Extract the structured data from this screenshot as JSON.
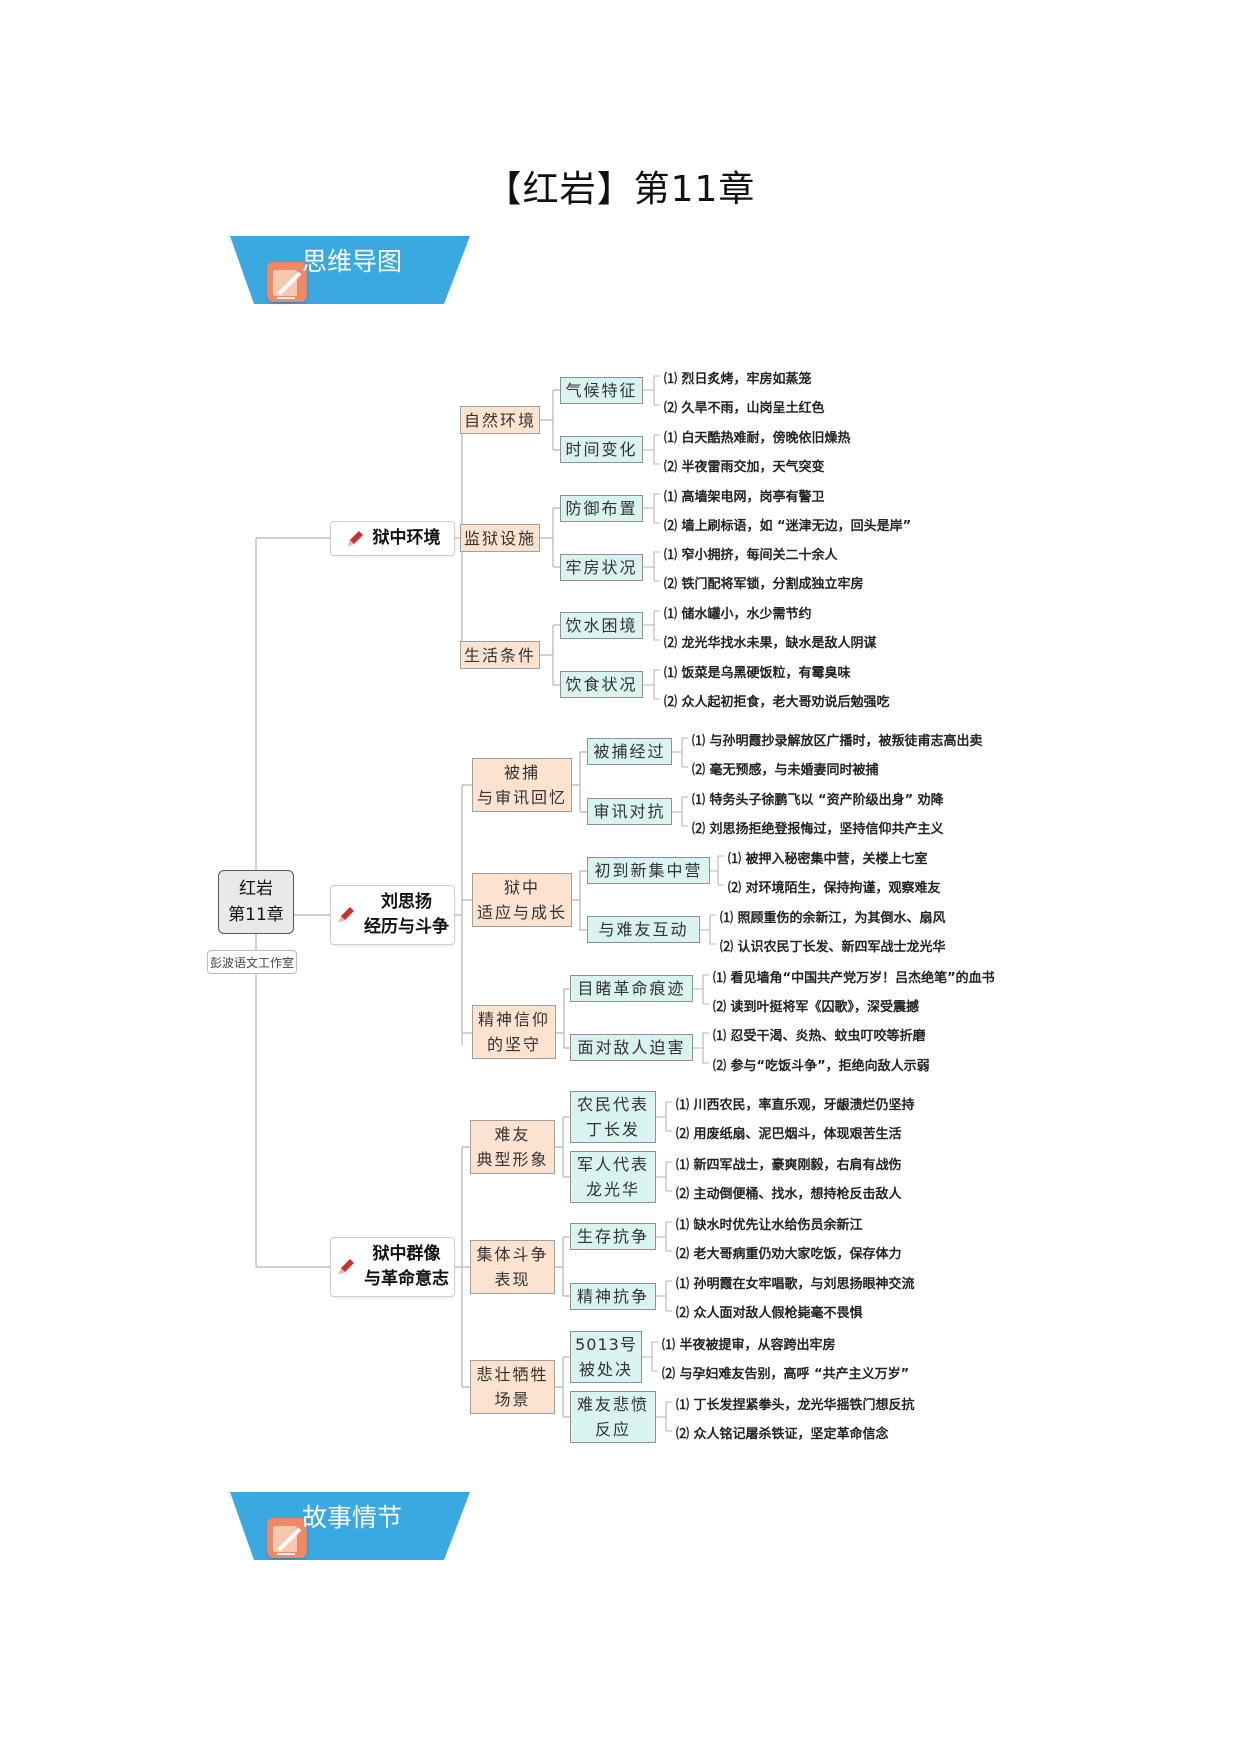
{
  "title": "【红岩】第11章",
  "banners": {
    "mindmap": "思维导图",
    "plot": "故事情节"
  },
  "root": {
    "line1": "红岩",
    "line2": "第11章",
    "studio": "彭波语文工作室"
  },
  "branches": [
    {
      "label": "狱中环境",
      "children": [
        {
          "label": "自然环境",
          "children": [
            {
              "label": "气候特征",
              "leaves": [
                "⑴ 烈日炙烤，牢房如蒸笼",
                "⑵ 久旱不雨，山岗呈土红色"
              ]
            },
            {
              "label": "时间变化",
              "leaves": [
                "⑴ 白天酷热难耐，傍晚依旧燥热",
                "⑵ 半夜雷雨交加，天气突变"
              ]
            }
          ]
        },
        {
          "label": "监狱设施",
          "children": [
            {
              "label": "防御布置",
              "leaves": [
                "⑴ 高墙架电网，岗亭有警卫",
                "⑵ 墙上刷标语，如 “迷津无边，回头是岸”"
              ]
            },
            {
              "label": "牢房状况",
              "leaves": [
                "⑴ 窄小拥挤，每间关二十余人",
                "⑵ 铁门配将军锁，分割成独立牢房"
              ]
            }
          ]
        },
        {
          "label": "生活条件",
          "children": [
            {
              "label": "饮水困境",
              "leaves": [
                "⑴ 储水罐小，水少需节约",
                "⑵ 龙光华找水未果，缺水是敌人阴谋"
              ]
            },
            {
              "label": "饮食状况",
              "leaves": [
                "⑴ 饭菜是乌黑硬饭粒，有霉臭味",
                "⑵ 众人起初拒食，老大哥劝说后勉强吃"
              ]
            }
          ]
        }
      ]
    },
    {
      "label": "刘思扬经历与斗争",
      "l1": "刘思扬",
      "l2": "经历与斗争",
      "children": [
        {
          "label1": "被捕",
          "label2": "与审讯回忆",
          "children": [
            {
              "label": "被捕经过",
              "leaves": [
                "⑴ 与孙明霞抄录解放区广播时，被叛徒甫志高出卖",
                "⑵ 毫无预感，与未婚妻同时被捕"
              ]
            },
            {
              "label": "审讯对抗",
              "leaves": [
                "⑴ 特务头子徐鹏飞以 “资产阶级出身” 劝降",
                "⑵ 刘思扬拒绝登报悔过，坚持信仰共产主义"
              ]
            }
          ]
        },
        {
          "label1": "狱中",
          "label2": "适应与成长",
          "children": [
            {
              "label": "初到新集中营",
              "leaves": [
                "⑴ 被押入秘密集中营，关楼上七室",
                "⑵ 对环境陌生，保持拘谨，观察难友"
              ]
            },
            {
              "label": "与难友互动",
              "leaves": [
                "⑴ 照顾重伤的余新江，为其倒水、扇风",
                "⑵ 认识农民丁长发、新四军战士龙光华"
              ]
            }
          ]
        },
        {
          "label1": "精神信仰",
          "label2": "的坚守",
          "children": [
            {
              "label": "目睹革命痕迹",
              "leaves": [
                "⑴ 看见墙角“中国共产党万岁！吕杰绝笔”的血书",
                "⑵ 读到叶挺将军《囚歌》，深受震撼"
              ]
            },
            {
              "label": "面对敌人迫害",
              "leaves": [
                "⑴ 忍受干渴、炎热、蚊虫叮咬等折磨",
                "⑵ 参与“吃饭斗争”，拒绝向敌人示弱"
              ]
            }
          ]
        }
      ]
    },
    {
      "label": "狱中群像与革命意志",
      "l1": "狱中群像",
      "l2": "与革命意志",
      "children": [
        {
          "label1": "难友",
          "label2": "典型形象",
          "children": [
            {
              "label1": "农民代表",
              "label2": "丁长发",
              "leaves": [
                "⑴ 川西农民，率直乐观，牙龈溃烂仍坚持",
                "⑵ 用废纸扇、泥巴烟斗，体现艰苦生活"
              ]
            },
            {
              "label1": "军人代表",
              "label2": "龙光华",
              "leaves": [
                "⑴ 新四军战士，豪爽刚毅，右肩有战伤",
                "⑵ 主动倒便桶、找水，想持枪反击敌人"
              ]
            }
          ]
        },
        {
          "label1": "集体斗争",
          "label2": "表现",
          "children": [
            {
              "label": "生存抗争",
              "leaves": [
                "⑴ 缺水时优先让水给伤员余新江",
                "⑵ 老大哥病重仍劝大家吃饭，保存体力"
              ]
            },
            {
              "label": "精神抗争",
              "leaves": [
                "⑴ 孙明霞在女牢唱歌，与刘思扬眼神交流",
                "⑵ 众人面对敌人假枪毙毫不畏惧"
              ]
            }
          ]
        },
        {
          "label1": "悲壮牺牲",
          "label2": "场景",
          "children": [
            {
              "label1": "5013号",
              "label2": "被处决",
              "leaves": [
                "⑴ 半夜被提审，从容跨出牢房",
                "⑵ 与孕妇难友告别，高呼 “共产主义万岁”"
              ]
            },
            {
              "label1": "难友悲愤",
              "label2": "反应",
              "leaves": [
                "⑴ 丁长发捏紧拳头，龙光华摇铁门想反抗",
                "⑵ 众人铭记屠杀铁证，坚定革命信念"
              ]
            }
          ]
        }
      ]
    }
  ],
  "colors": {
    "banner": "#3aa9e2",
    "l2_fill": "#fbe3cf",
    "l3_fill": "#d9f3f1",
    "pen": "#cc2e2e"
  }
}
